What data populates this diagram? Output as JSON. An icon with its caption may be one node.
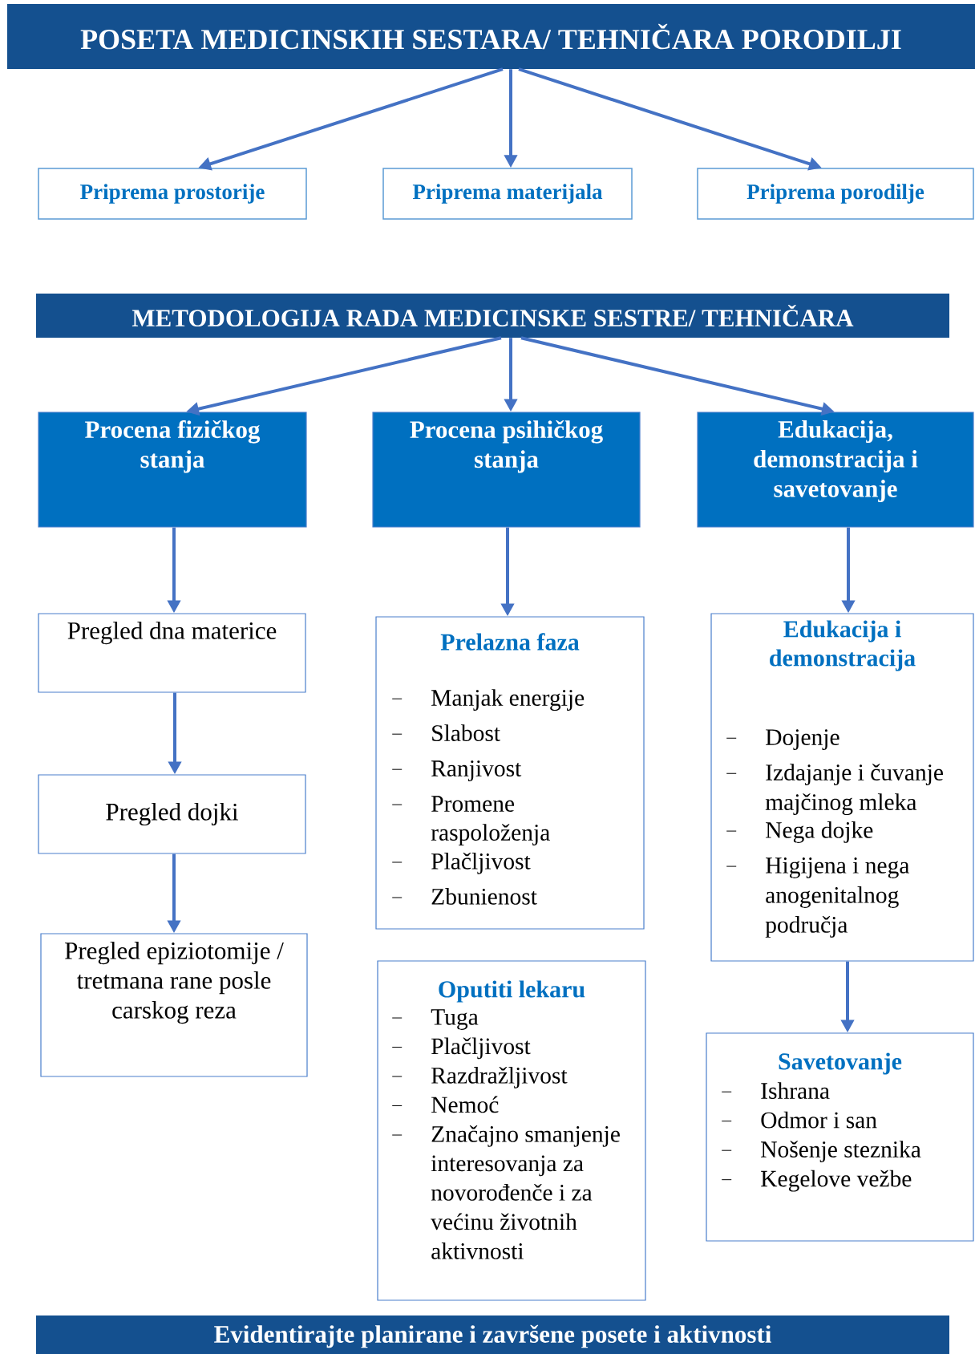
{
  "diagram": {
    "nodes": [
      {
        "text": [
          "POSETA MEDICINSKIH SESTARA/ TEHNIČARA PORODILJI"
        ]
      },
      {
        "text": [
          "Priprema prostorije"
        ]
      },
      {
        "text": [
          "Priprema materijala"
        ]
      },
      {
        "text": [
          "Priprema porodilje"
        ]
      },
      {
        "text": [
          "METODOLOGIJA RADA MEDICINSKE SESTRE/ TEHNIČARA"
        ]
      },
      {
        "text": [
          "Procena fizičkog stanja"
        ]
      },
      {
        "text": [
          "Procena psihičkog stanja"
        ]
      },
      {
        "text": [
          "Edukacija, demonstracija i savetovanje"
        ]
      },
      {
        "text": [
          "Pregled dna materice"
        ]
      },
      {
        "text": [
          "Pregled dojki"
        ]
      },
      {
        "text": [
          "Pregled epiziotomije / tretmana rane posle carskog reza"
        ]
      },
      {
        "text": [
          "Prelazna faza",
          "Manjak energije",
          "Slabost",
          "Ranjivost",
          "Promene raspoloženja",
          "Plačljivost",
          "Zbunienost"
        ]
      },
      {
        "text": [
          "Oputiti lekaru",
          "Tuga",
          "Plačljivost",
          "Razdražljivost",
          "Nemoć",
          "Značajno smanjenje interesovanja za novorođenče i za većinu životnih aktivnosti"
        ]
      },
      {
        "text": [
          "Edukacija i demonstracija",
          "Dojenje",
          "Izdajanje i čuvanje majčinog mleka",
          "Nega dojke",
          "Higijena i nega anogenitalnog područja"
        ]
      },
      {
        "text": [
          "Savetovanje",
          "Ishrana",
          "Odmor i san",
          "Nošenje steznika",
          "Kegelove vežbe"
        ]
      },
      {
        "text": [
          "Evidentirajte planirane i završene posete i aktivnosti"
        ]
      }
    ],
    "edges": [
      {
        "from": 0,
        "to": 1,
        "arrow": "to"
      },
      {
        "from": 0,
        "to": 2,
        "arrow": "to"
      },
      {
        "from": 0,
        "to": 3,
        "arrow": "to"
      },
      {
        "from": 4,
        "to": 5,
        "arrow": "to"
      },
      {
        "from": 4,
        "to": 6,
        "arrow": "to"
      },
      {
        "from": 4,
        "to": 7,
        "arrow": "to"
      },
      {
        "from": 5,
        "to": 8,
        "arrow": "to"
      },
      {
        "from": 8,
        "to": 9,
        "arrow": "to"
      },
      {
        "from": 9,
        "to": 10,
        "arrow": "to"
      },
      {
        "from": 6,
        "to": 11,
        "arrow": "to"
      },
      {
        "from": 7,
        "to": 13,
        "arrow": "to"
      },
      {
        "from": 13,
        "to": 14,
        "arrow": "to"
      }
    ]
  }
}
